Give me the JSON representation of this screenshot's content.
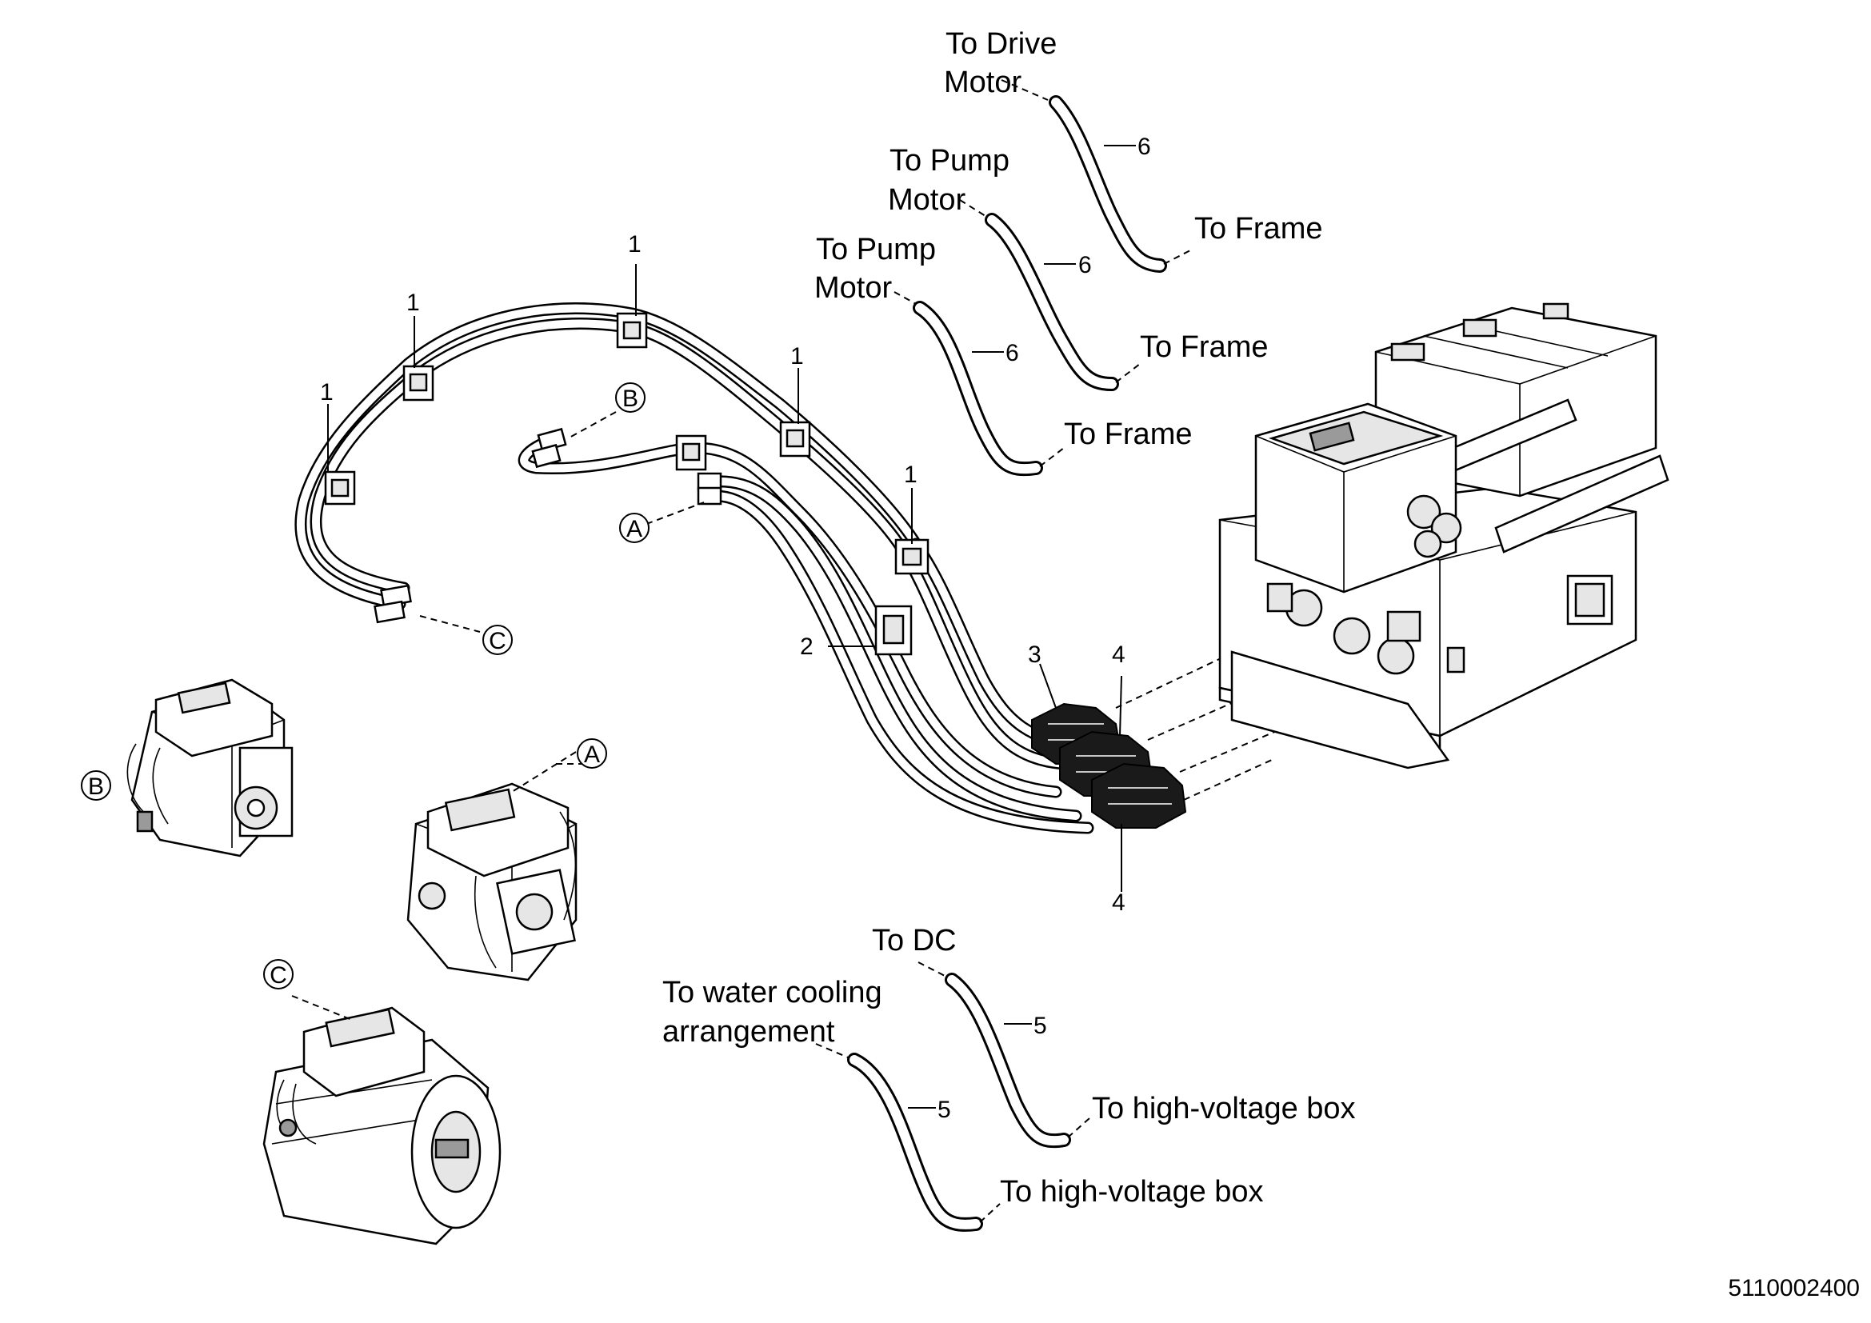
{
  "labels": {
    "to_drive_motor": [
      "To Drive",
      "Motor"
    ],
    "to_pump_motor_1": [
      "To Pump",
      "Motor"
    ],
    "to_pump_motor_2": [
      "To Pump",
      "Motor"
    ],
    "to_frame_1": "To Frame",
    "to_frame_2": "To Frame",
    "to_frame_3": "To Frame",
    "to_dc": "To DC",
    "to_water_cooling": [
      "To water cooling",
      "arrangement"
    ],
    "to_hv_box_1": "To high-voltage box",
    "to_hv_box_2": "To high-voltage box"
  },
  "item_numbers": {
    "n1a": "1",
    "n1b": "1",
    "n1c": "1",
    "n1d": "1",
    "n1e": "1",
    "n2": "2",
    "n3": "3",
    "n4a": "4",
    "n4b": "4",
    "n5a": "5",
    "n5b": "5",
    "n6a": "6",
    "n6b": "6",
    "n6c": "6"
  },
  "callouts": {
    "a_top": "A",
    "b_top": "B",
    "c_top": "C",
    "a_view": "A",
    "b_view": "B",
    "c_view": "C"
  },
  "part_number": "5110002400"
}
